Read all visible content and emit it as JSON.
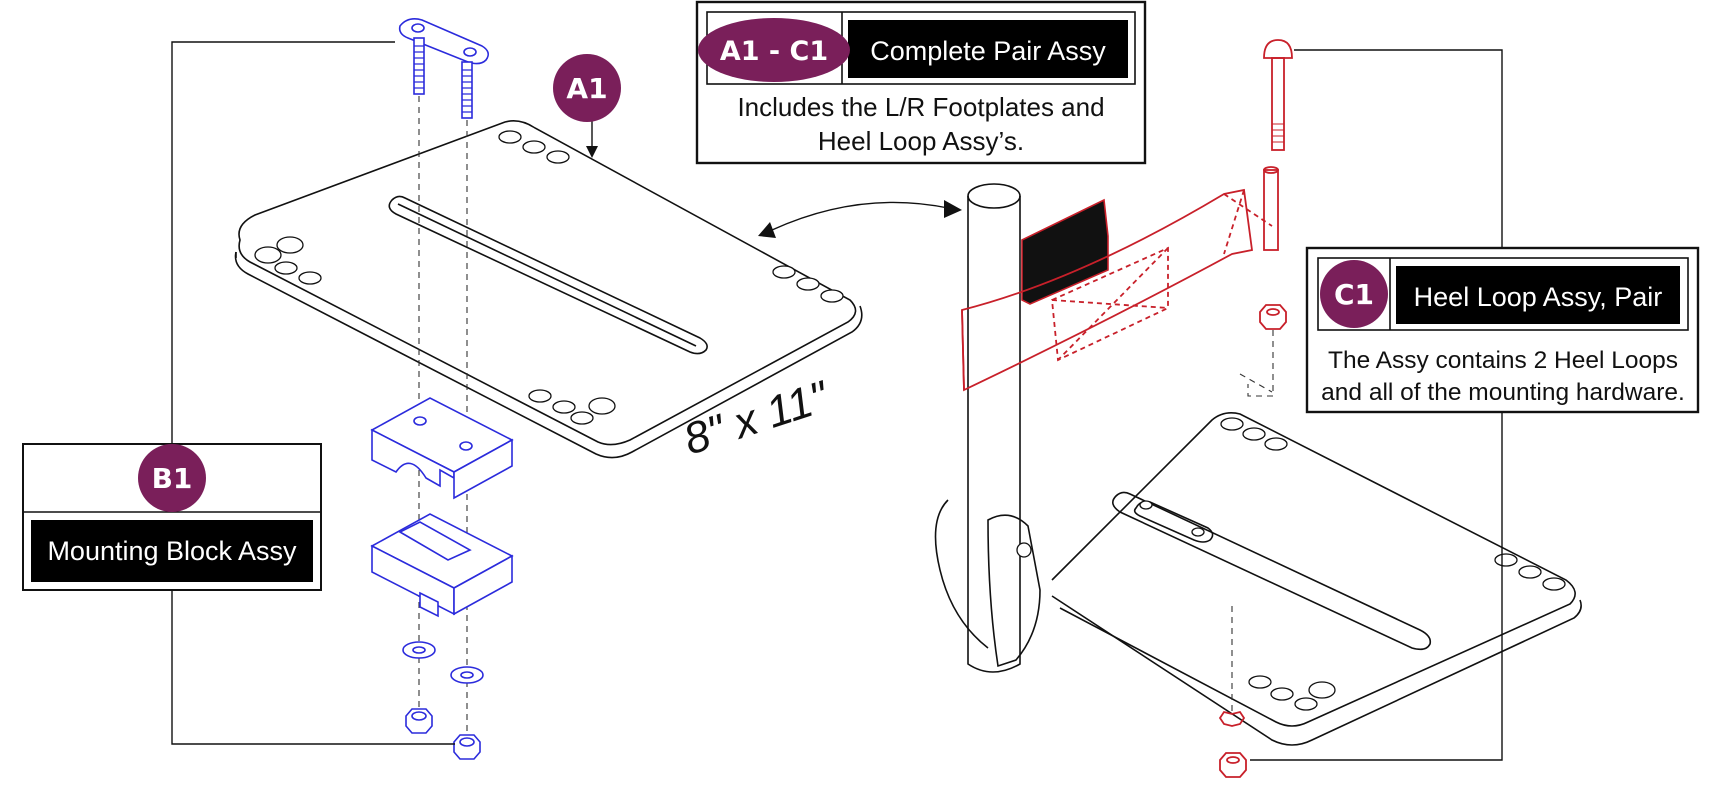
{
  "callouts": {
    "a1_c1": {
      "badge": "A1 - C1",
      "title": "Complete Pair Assy",
      "desc_line1": "Includes the L/R Footplates and",
      "desc_line2": "Heel Loop Assy’s."
    },
    "c1": {
      "badge": "C1",
      "title": "Heel Loop Assy, Pair",
      "desc_line1": "The Assy contains 2 Heel Loops",
      "desc_line2": "and all of the mounting hardware."
    },
    "b1": {
      "badge": "B1",
      "title": "Mounting Block Assy"
    },
    "a1": {
      "badge": "A1"
    }
  },
  "dimension_label": "8\" x 11\"",
  "colors": {
    "badge": "#7a1f5a",
    "part_line": "#111111",
    "hardware_blue": "#2b2bdc",
    "heel_loop_red": "#c8202a",
    "title_bar": "#000000"
  }
}
